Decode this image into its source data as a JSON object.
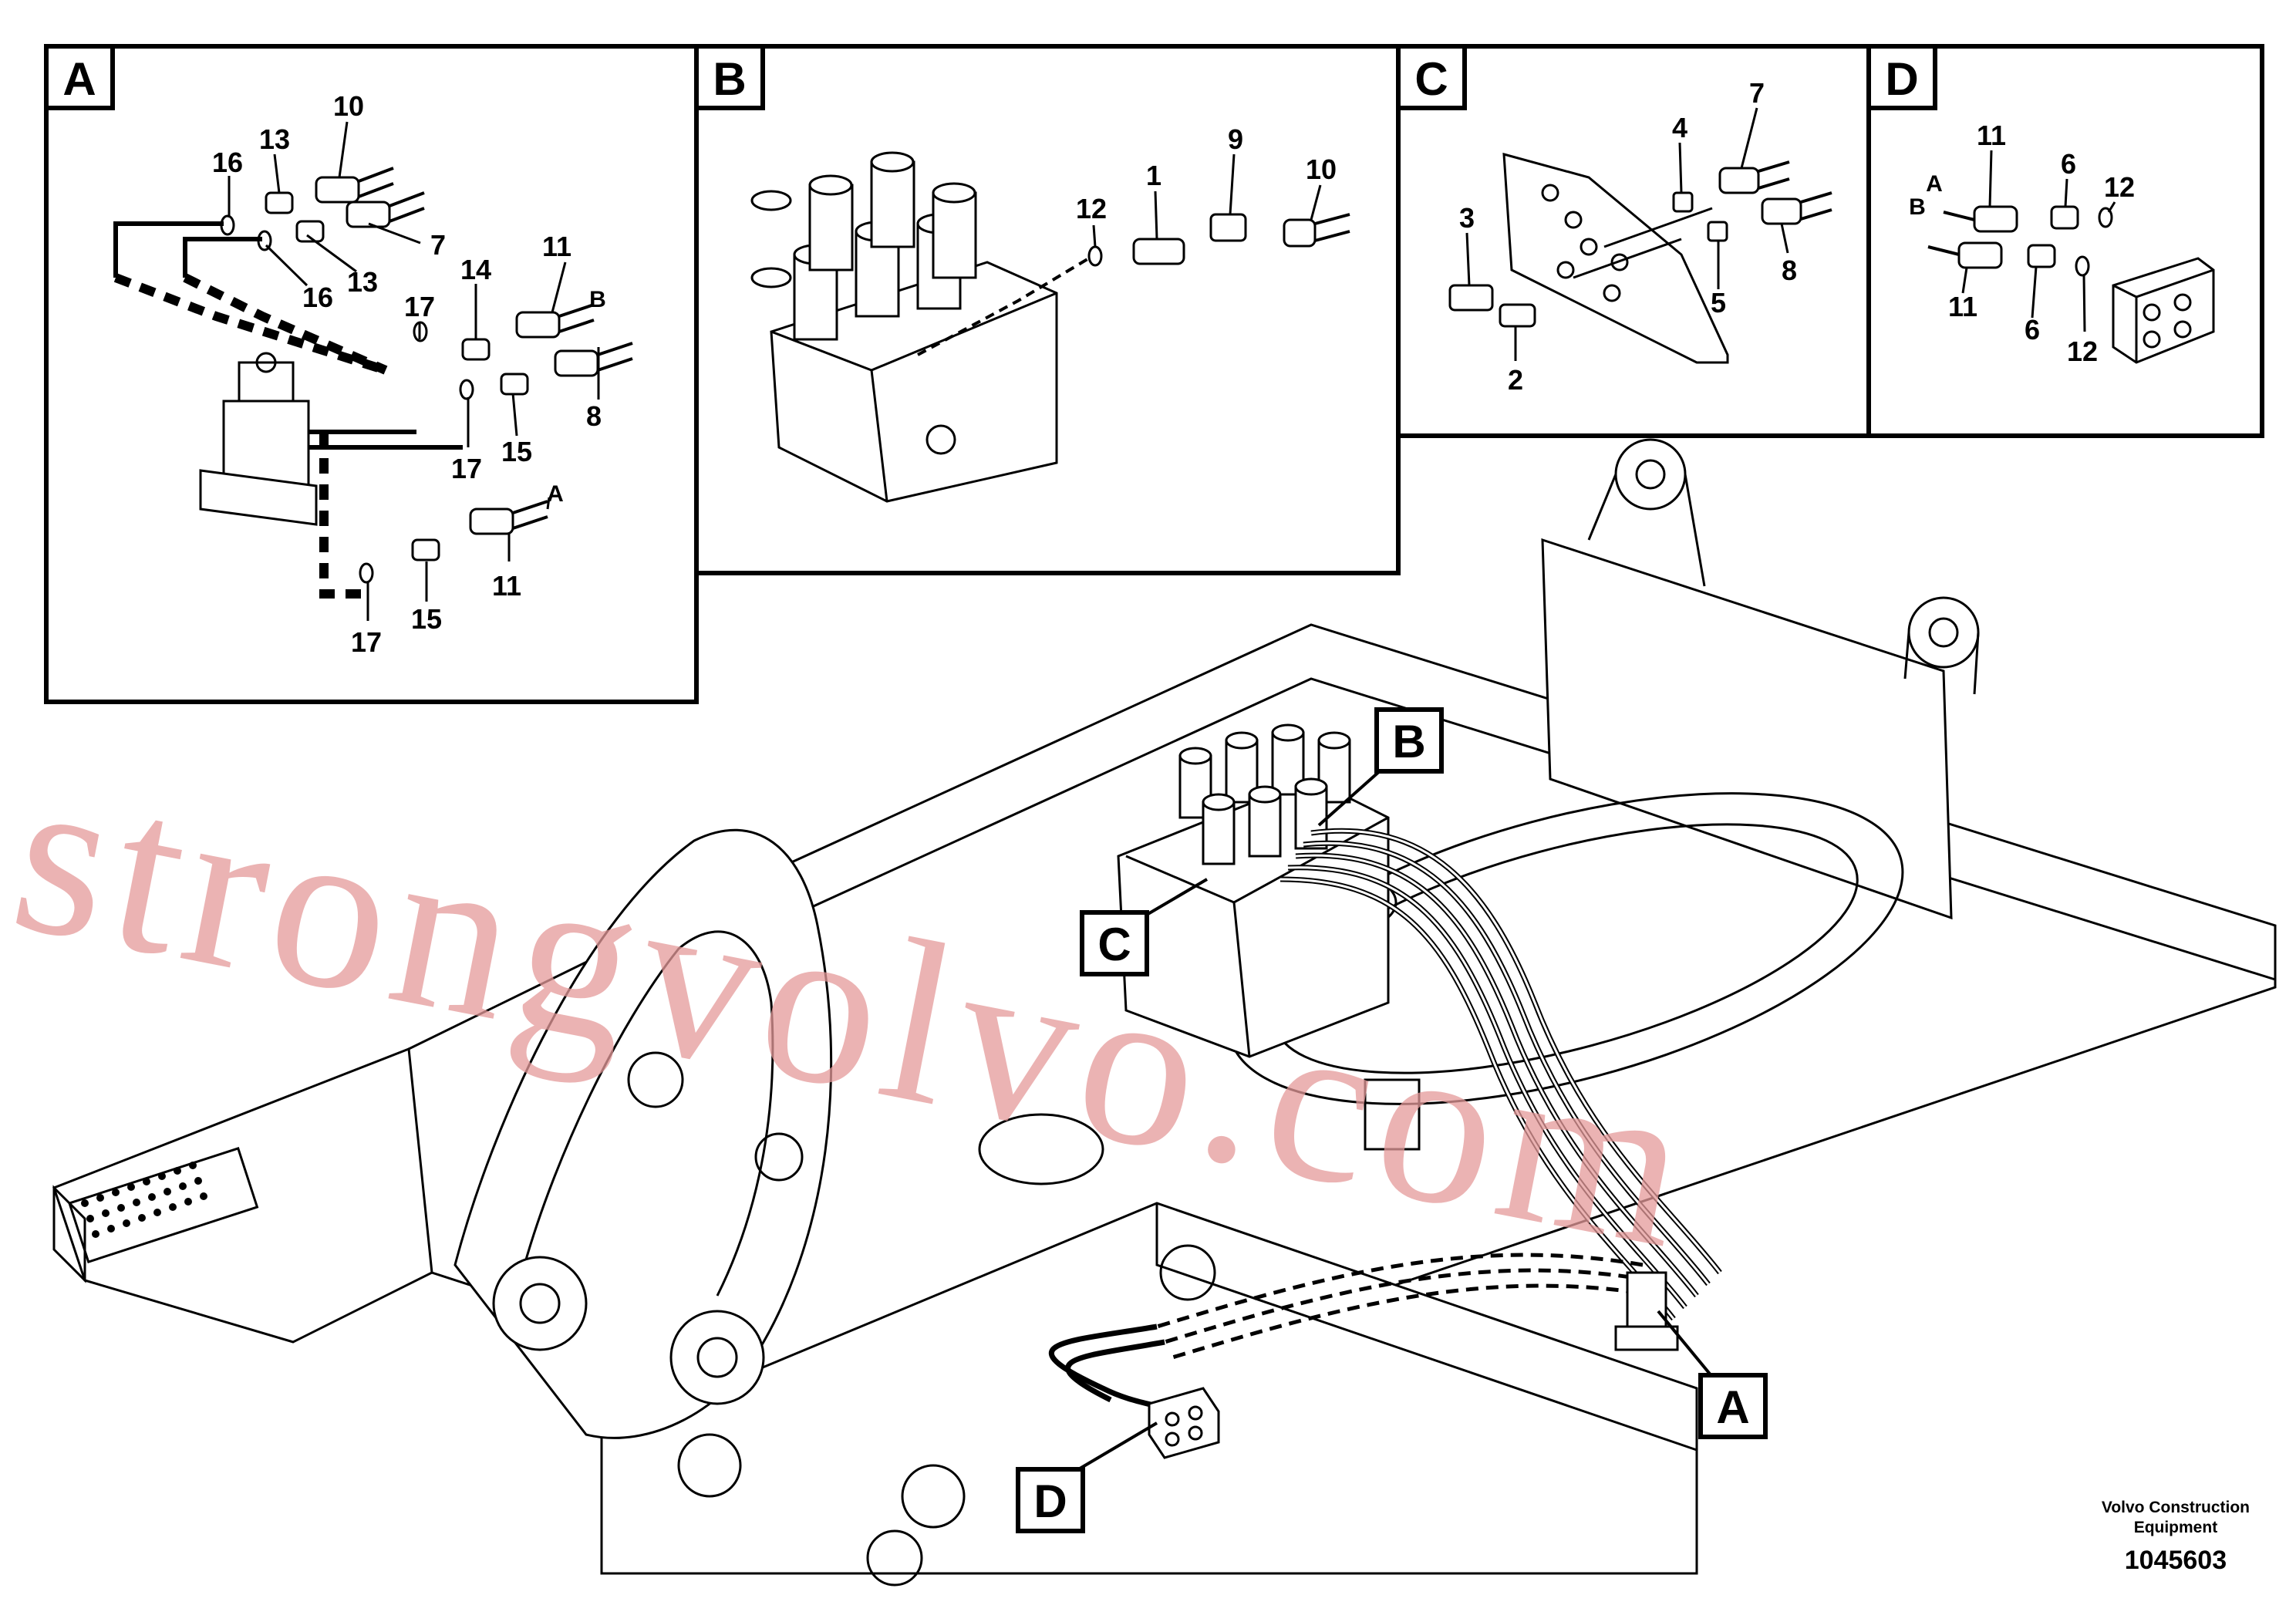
{
  "panels": {
    "A": {
      "tag": "A",
      "callouts": [
        "16",
        "13",
        "10",
        "16",
        "13",
        "7",
        "17",
        "14",
        "11",
        "B",
        "17",
        "15",
        "8",
        "A",
        "17",
        "15",
        "11"
      ]
    },
    "B": {
      "tag": "B",
      "callouts": [
        "12",
        "1",
        "9",
        "10"
      ]
    },
    "C": {
      "tag": "C",
      "callouts": [
        "3",
        "4",
        "7",
        "5",
        "8",
        "2"
      ]
    },
    "D": {
      "tag": "D",
      "callouts": [
        "A",
        "B",
        "11",
        "6",
        "12",
        "11",
        "6",
        "12"
      ]
    }
  },
  "main_tags": [
    "B",
    "C",
    "A",
    "D"
  ],
  "watermark": "strongvolvo.com",
  "footer": {
    "company_line1": "Volvo Construction",
    "company_line2": "Equipment",
    "drawing_number": "1045603"
  }
}
